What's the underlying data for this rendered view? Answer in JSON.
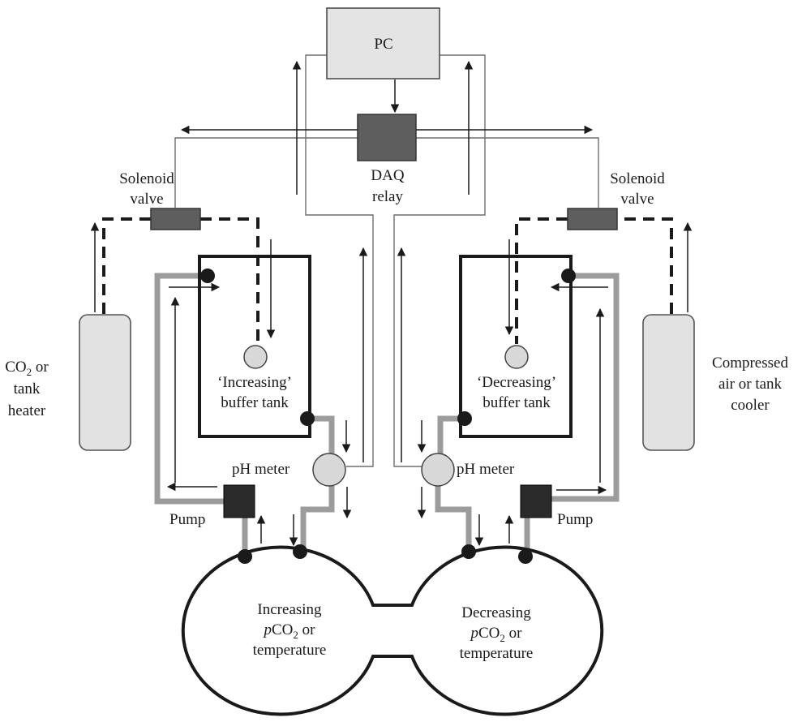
{
  "labels": {
    "pc": "PC",
    "daq_line1": "DAQ",
    "daq_line2": "relay",
    "solenoid_left_line1": "Solenoid",
    "solenoid_left_line2": "valve",
    "solenoid_right_line1": "Solenoid",
    "solenoid_right_line2": "valve",
    "co2_prefix": "CO",
    "co2_sub": "2",
    "co2_suffix": " or",
    "heater_line2": "tank",
    "heater_line3": "heater",
    "cooler_line1": "Compressed",
    "cooler_line2": "air or tank",
    "cooler_line3": "cooler",
    "inc_buffer_line1": "‘Increasing’",
    "inc_buffer_line2": "buffer tank",
    "dec_buffer_line1": "‘Decreasing’",
    "dec_buffer_line2": "buffer tank",
    "ph_meter_left": "pH meter",
    "ph_meter_right": "pH meter",
    "pump_left": "Pump",
    "pump_right": "Pump",
    "inc_tank_line1": "Increasing",
    "inc_tank_p": "p",
    "inc_tank_co": "CO",
    "inc_tank_sub": "2",
    "inc_tank_or": " or",
    "inc_tank_line3": "temperature",
    "dec_tank_line1": "Decreasing",
    "dec_tank_p": "p",
    "dec_tank_co": "CO",
    "dec_tank_sub": "2",
    "dec_tank_or": " or",
    "dec_tank_line3": "temperature"
  }
}
